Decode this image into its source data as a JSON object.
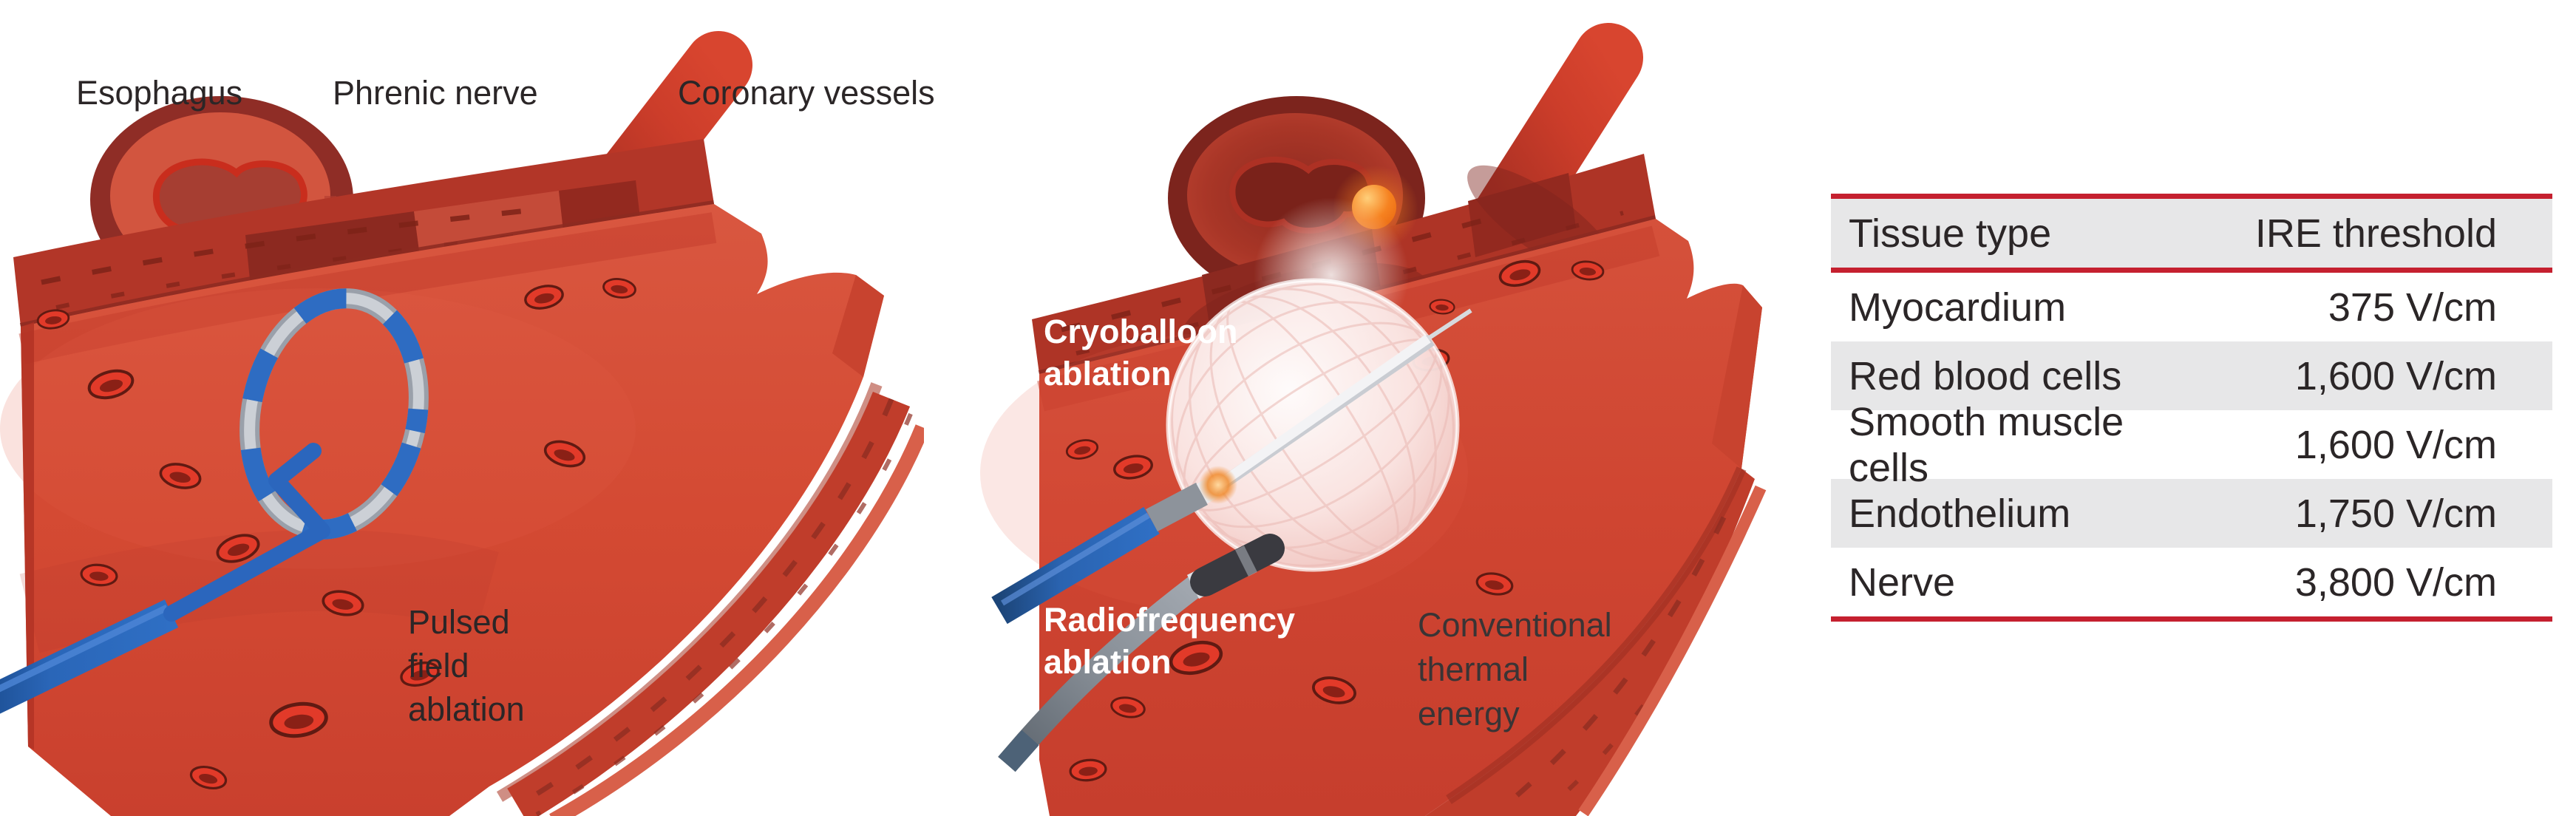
{
  "labels": {
    "esophagus": "Esophagus",
    "phrenic_nerve": "Phrenic nerve",
    "coronary_vessels": "Coronary vessels"
  },
  "panels": {
    "left": {
      "technique_lines": [
        "Pulsed",
        "field",
        "ablation"
      ]
    },
    "middle": {
      "cryoballoon_lines": [
        "Cryoballoon",
        "ablation"
      ],
      "radiofrequency_lines": [
        "Radiofrequency",
        "ablation"
      ],
      "thermal_lines": [
        "Conventional",
        "thermal",
        "energy"
      ]
    }
  },
  "table": {
    "headers": {
      "tissue": "Tissue type",
      "threshold": "IRE threshold"
    },
    "rows": [
      {
        "tissue": "Myocardium",
        "threshold": "375 V/cm"
      },
      {
        "tissue": "Red blood cells",
        "threshold": "1,600 V/cm"
      },
      {
        "tissue": "Smooth muscle cells",
        "threshold": "1,600 V/cm"
      },
      {
        "tissue": "Endothelium",
        "threshold": "1,750 V/cm"
      },
      {
        "tissue": "Nerve",
        "threshold": "3,800 V/cm"
      }
    ]
  },
  "colors": {
    "accent_red": "#c5202f",
    "table_stripe": "#e7e7e8",
    "text_dark": "#2b2627",
    "tissue_red": "#d34731",
    "wall_dark_red": "#8c2920",
    "catheter_blue": "#2d6ab8",
    "catheter_silver": "#ccd0d6",
    "balloon_white": "#fbe9e7",
    "nerve_peach": "#f6c37c",
    "nerve_hot_orange": "#f4731b"
  }
}
